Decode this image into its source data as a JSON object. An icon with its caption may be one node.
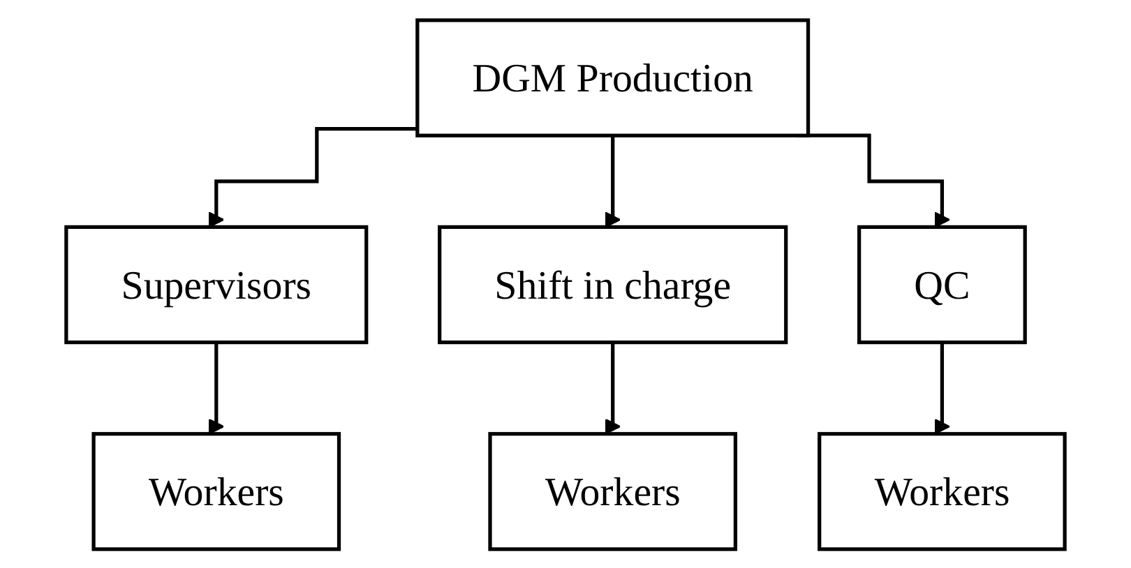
{
  "diagram": {
    "nodes": [
      {
        "text": [
          "DGM Production"
        ]
      },
      {
        "text": [
          "Supervisors"
        ]
      },
      {
        "text": [
          "Shift in charge"
        ]
      },
      {
        "text": [
          "QC"
        ]
      },
      {
        "text": [
          "Workers"
        ]
      },
      {
        "text": [
          "Workers"
        ]
      },
      {
        "text": [
          "Workers"
        ]
      }
    ],
    "edges": [
      {
        "from": 0,
        "to": 1,
        "arrow": "to"
      },
      {
        "from": 0,
        "to": 2,
        "arrow": "to"
      },
      {
        "from": 0,
        "to": 3,
        "arrow": "to"
      },
      {
        "from": 1,
        "to": 4,
        "arrow": "to"
      },
      {
        "from": 2,
        "to": 5,
        "arrow": "to"
      },
      {
        "from": 3,
        "to": 6,
        "arrow": "to"
      }
    ]
  }
}
